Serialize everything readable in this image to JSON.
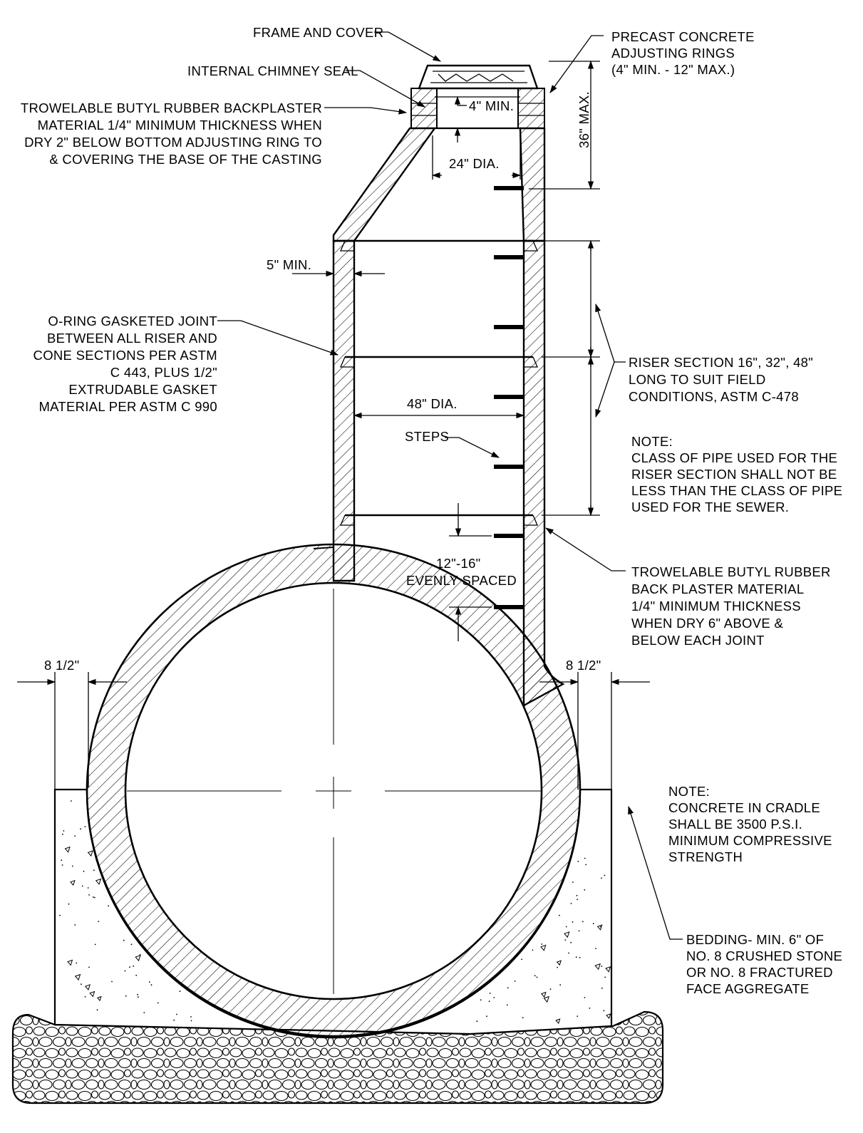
{
  "labels": {
    "frame_cover": "FRAME AND COVER",
    "precast_rings": [
      "PRECAST CONCRETE",
      "ADJUSTING RINGS",
      "(4\" MIN. - 12\" MAX.)"
    ],
    "chimney_seal": "INTERNAL CHIMNEY SEAL",
    "butyl_top": [
      "TROWELABLE BUTYL RUBBER BACKPLASTER",
      "MATERIAL 1/4\" MINIMUM THICKNESS WHEN",
      "DRY 2\" BELOW BOTTOM ADJUSTING RING TO",
      "& COVERING THE BASE OF THE CASTING"
    ],
    "dim_4min": "4\" MIN.",
    "dim_36max": "36\" MAX.",
    "dim_24dia": "24\" DIA.",
    "dim_5min": "5\" MIN.",
    "oring": [
      "O-RING GASKETED JOINT",
      "BETWEEN ALL RISER AND",
      "CONE SECTIONS PER ASTM",
      "C 443, PLUS 1/2\"",
      "EXTRUDABLE GASKET",
      "MATERIAL PER ASTM C 990"
    ],
    "riser": [
      "RISER SECTION 16\", 32\", 48\"",
      "LONG TO SUIT FIELD",
      "CONDITIONS, ASTM C-478"
    ],
    "dim_48dia": "48\" DIA.",
    "steps": "STEPS",
    "note_pipe": [
      "NOTE:",
      "CLASS OF PIPE USED FOR THE",
      "RISER SECTION SHALL NOT BE",
      "LESS THAN THE CLASS OF PIPE",
      "USED FOR THE SEWER."
    ],
    "spacing": [
      "12\"-16\"",
      "EVENLY SPACED"
    ],
    "butyl_joint": [
      "TROWELABLE BUTYL RUBBER",
      "BACK PLASTER MATERIAL",
      "1/4\" MINIMUM THICKNESS",
      "WHEN DRY 6\" ABOVE &",
      "BELOW EACH JOINT"
    ],
    "dim_left": "8  1/2\"",
    "dim_right": "8  1/2\"",
    "note_cradle": [
      "NOTE:",
      "CONCRETE IN CRADLE",
      "SHALL BE 3500 P.S.I.",
      "MINIMUM COMPRESSIVE",
      "STRENGTH"
    ],
    "bedding": [
      "BEDDING- MIN. 6\" OF",
      "NO. 8 CRUSHED STONE",
      "OR NO. 8 FRACTURED",
      "FACE AGGREGATE"
    ]
  }
}
